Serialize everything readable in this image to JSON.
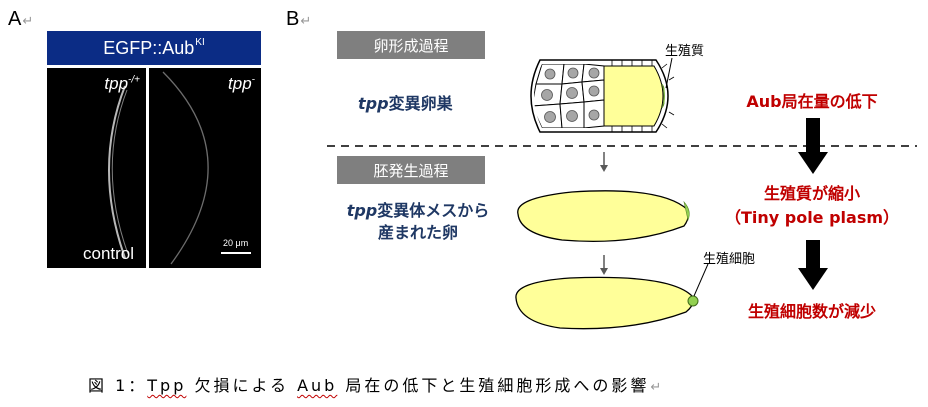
{
  "panel_a": {
    "letter": "A",
    "header_text": "EGFP::Aub",
    "header_sup": "KI",
    "left_label": "tpp",
    "left_sup": "-/+",
    "right_label": "tpp",
    "right_sup": "-",
    "control_label": "control",
    "scale_label": "20 μm"
  },
  "panel_b": {
    "letter": "B",
    "stage1": "卵形成過程",
    "stage2": "胚発生過程",
    "ovary_label_italic": "tpp",
    "ovary_label_rest": "変異卵巣",
    "germ_plasm_label": "生殖質",
    "egg_label_italic": "tpp",
    "egg_label_line1_rest": "変異体メスから",
    "egg_label_line2": "産まれた卵",
    "germ_cell_label": "生殖細胞",
    "effect1": "Aub局在量の低下",
    "effect2_line1": "生殖質が縮小",
    "effect2_line2": "（Tiny pole plasm）",
    "effect3": "生殖細胞数が減少"
  },
  "caption": {
    "prefix": "図 1：",
    "tpp": "Tpp",
    "mid": " 欠損による ",
    "aub": "Aub",
    "suffix": " 局在の低下と生殖細胞形成への影響"
  },
  "colors": {
    "navy_header": "#0b2c85",
    "red_text": "#c00000",
    "egg_fill": "#ffff99",
    "germ_plasm": "#92d050",
    "stage_box": "#7f7f7f"
  }
}
